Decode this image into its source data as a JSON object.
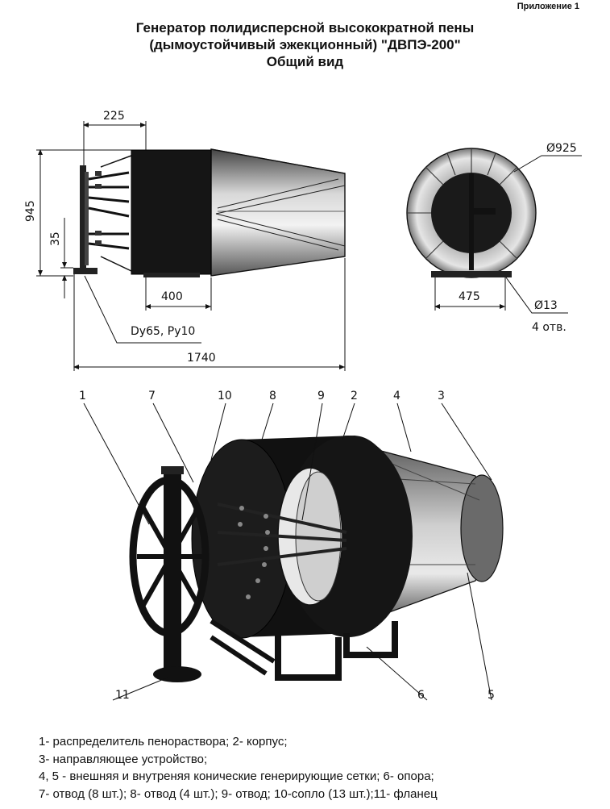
{
  "appendix_label": "Приложение 1",
  "title": {
    "line1": "Генератор полидисперсной высокократной пены",
    "line2": "(дымоустойчивый эжекционный) \"ДВПЭ-200\"",
    "line3": "Общий вид"
  },
  "dimensions": {
    "d225": "225",
    "d945": "945",
    "d35": "35",
    "d400": "400",
    "d1740": "1740",
    "d_inlet": "Dy65, Py10",
    "d925": "Ø925",
    "d475": "475",
    "d13": "Ø13",
    "holes": "4 отв."
  },
  "callouts": [
    "1",
    "7",
    "10",
    "8",
    "9",
    "2",
    "4",
    "3",
    "11",
    "6",
    "5"
  ],
  "legend": {
    "line1": "1- распределитель пенораствора; 2- корпус;",
    "line2": "3- направляющее устройство;",
    "line3": "4, 5 - внешняя и внутреняя конические генерирующие сетки; 6- опора;",
    "line4": "7- отвод (8 шт.); 8- отвод (4 шт.); 9- отвод; 10-сопло (13 шт.);11- фланец"
  }
}
